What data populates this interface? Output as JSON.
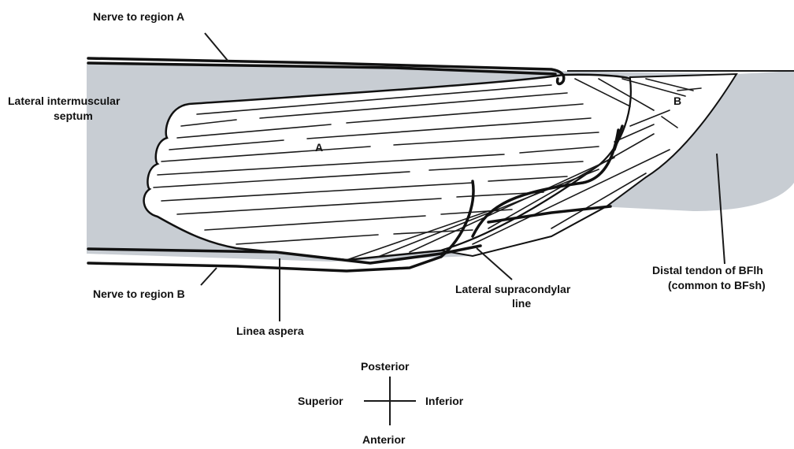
{
  "labels": {
    "nerve_region_a": "Nerve to region A",
    "lateral_septum_line1": "Lateral intermuscular",
    "lateral_septum_line2": "septum",
    "region_a": "A",
    "region_b": "B",
    "nerve_region_b": "Nerve to region B",
    "linea_aspera": "Linea aspera",
    "lateral_supracondylar_line1": "Lateral supracondylar",
    "lateral_supracondylar_line2": "line",
    "distal_tendon_line1": "Distal tendon of BFlh",
    "distal_tendon_line2": "(common to BFsh)"
  },
  "orientation": {
    "posterior": "Posterior",
    "anterior": "Anterior",
    "superior": "Superior",
    "inferior": "Inferior"
  },
  "colors": {
    "background_shading": "#c8cdd3",
    "outline": "#111111",
    "muscle_fill": "#ffffff"
  }
}
